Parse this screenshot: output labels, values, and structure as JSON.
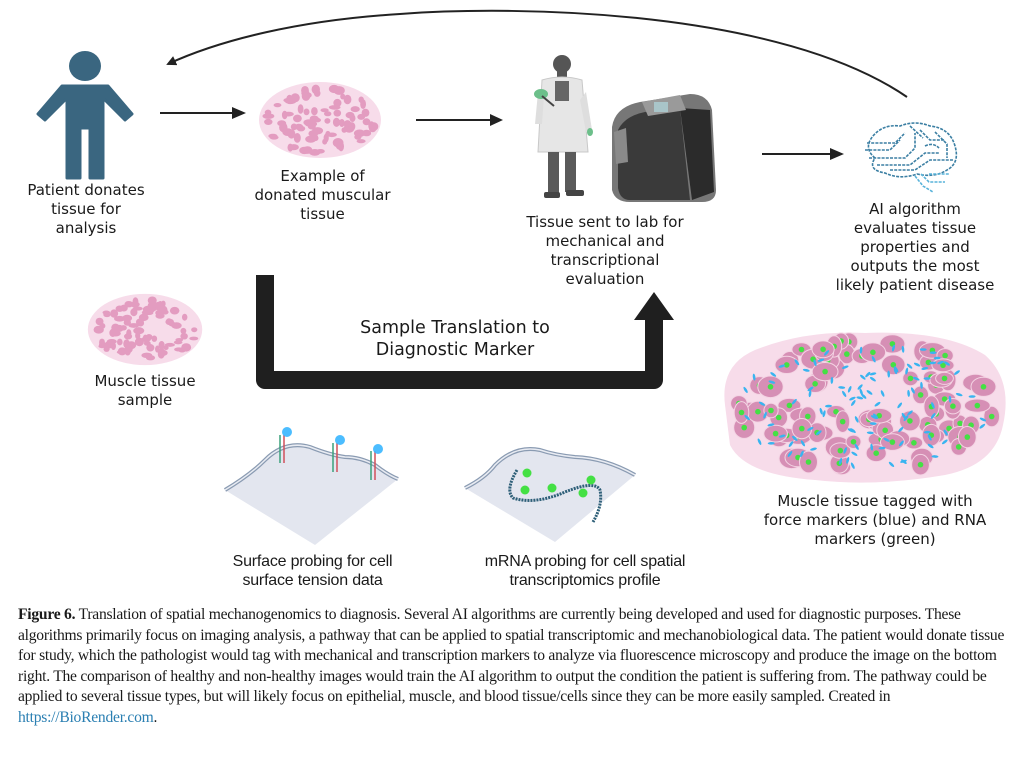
{
  "figure": {
    "steps": [
      {
        "id": "patient",
        "label": "Patient donates\ntissue for\nanalysis",
        "icon": "person-icon"
      },
      {
        "id": "example-tissue",
        "label": "Example of\ndonated muscular\ntissue",
        "icon": "muscle-tissue-icon"
      },
      {
        "id": "lab",
        "label": "Tissue sent to lab for\nmechanical and\ntranscriptional\nevaluation",
        "icon": "scientist-and-microscope-icon"
      },
      {
        "id": "ai",
        "label": "AI algorithm\nevaluates tissue\nproperties and\noutputs the most\nlikely patient disease",
        "icon": "ai-brain-icon"
      }
    ],
    "sample": {
      "label": "Muscle tissue\nsample",
      "icon": "muscle-tissue-icon"
    },
    "translation_label": "Sample Translation to\nDiagnostic Marker",
    "surface_probe": {
      "label": "Surface probing for cell\nsurface tension data",
      "icon": "surface-probe-icon"
    },
    "mrna_probe": {
      "label": "mRNA probing for cell spatial\ntranscriptomics profile",
      "icon": "mrna-probe-icon"
    },
    "tagged_tissue": {
      "label": "Muscle tissue tagged with\nforce markers (blue) and RNA\nmarkers (green)",
      "icon": "tagged-tissue-icon"
    },
    "colors": {
      "person": "#3a6680",
      "tissue_pink": "#e39cc0",
      "tissue_bg": "#f7dcea",
      "force_marker": "#39b4f0",
      "rna_marker": "#44e044",
      "arrow": "#222222",
      "brain": "#3b7fa3"
    }
  },
  "caption": {
    "figure_label": "Figure 6.",
    "text": " Translation of spatial mechanogenomics to diagnosis. Several AI algorithms are currently being developed and used for diagnostic purposes. These algorithms primarily focus on imaging analysis, a pathway that can be applied to spatial transcriptomic and mechanobiological data. The patient would donate tissue for study, which the pathologist would tag with mechanical and transcription markers to analyze via fluorescence microscopy and produce the image on the bottom right. The comparison of healthy and non-healthy images would train the AI algorithm to output the condition the patient is suffering from. The pathway could be applied to several tissue types, but will likely focus on epithelial, muscle, and blood tissue/cells since they can be more easily sampled. Created in ",
    "link_text": "https://BioRender.com",
    "end": "."
  }
}
